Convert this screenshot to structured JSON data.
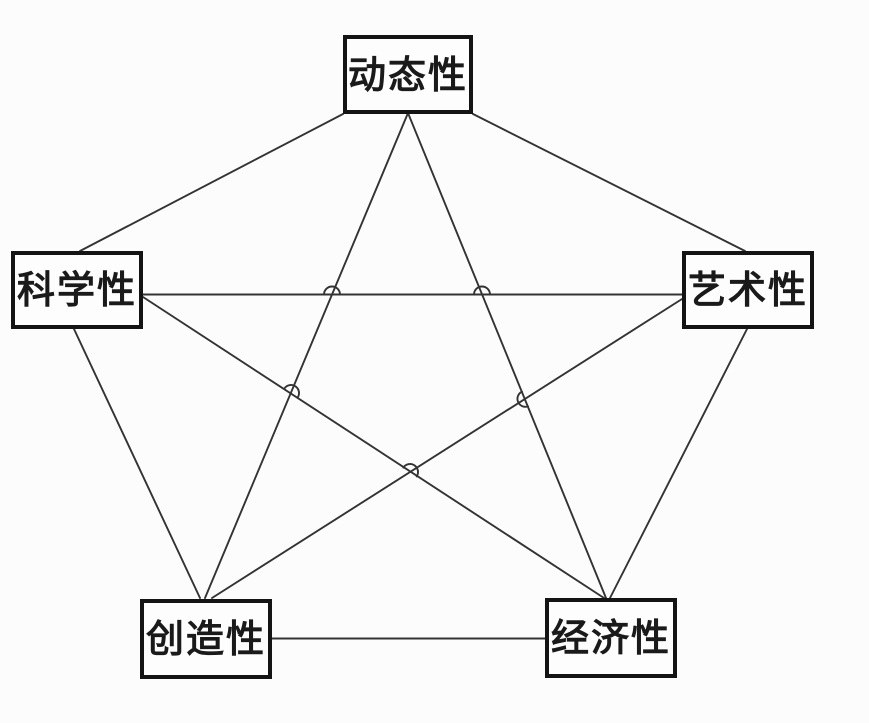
{
  "diagram": {
    "description": "pentagon-complete-graph",
    "background": "#fcfcfc",
    "line_color": "#333333",
    "box_border_color": "#141414",
    "box_fill": "#fdfdfd",
    "text_color": "#1a1a1a",
    "nodes": {
      "top": {
        "label": "动态性"
      },
      "left": {
        "label": "科学性"
      },
      "right": {
        "label": "艺术性"
      },
      "bottom_left": {
        "label": "创造性"
      },
      "bottom_right": {
        "label": "经济性"
      }
    },
    "edges": [
      {
        "from": "动态性",
        "to": "科学性"
      },
      {
        "from": "动态性",
        "to": "艺术性"
      },
      {
        "from": "动态性",
        "to": "创造性"
      },
      {
        "from": "动态性",
        "to": "经济性"
      },
      {
        "from": "科学性",
        "to": "艺术性"
      },
      {
        "from": "科学性",
        "to": "创造性"
      },
      {
        "from": "科学性",
        "to": "经济性"
      },
      {
        "from": "艺术性",
        "to": "创造性"
      },
      {
        "from": "艺术性",
        "to": "经济性"
      },
      {
        "from": "创造性",
        "to": "经济性"
      }
    ],
    "crossing_hops": 5
  }
}
